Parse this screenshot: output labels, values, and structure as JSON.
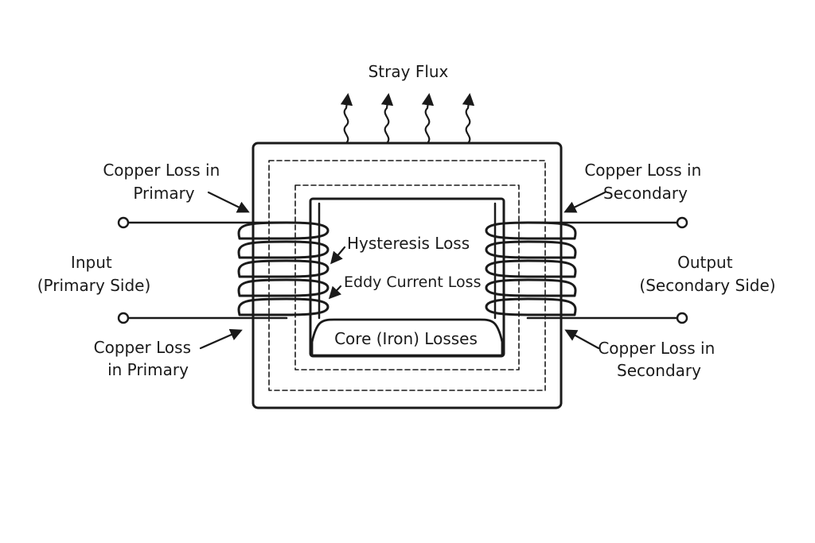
{
  "diagram": {
    "stray_flux": "Stray Flux",
    "copper_primary_top": [
      "Copper Loss in",
      "Primary"
    ],
    "copper_secondary_top": [
      "Copper Loss in",
      "Secondary"
    ],
    "input": [
      "Input",
      "(Primary Side)"
    ],
    "output": [
      "Output",
      "(Secondary Side)"
    ],
    "hysteresis": "Hysteresis Loss",
    "eddy": "Eddy Current Loss",
    "core_losses": "Core (Iron) Losses",
    "copper_primary_bottom": [
      "Copper Loss",
      "in Primary"
    ],
    "copper_secondary_bottom": [
      "Copper Loss in",
      "Secondary"
    ],
    "line_color": "#1a1a1a"
  }
}
